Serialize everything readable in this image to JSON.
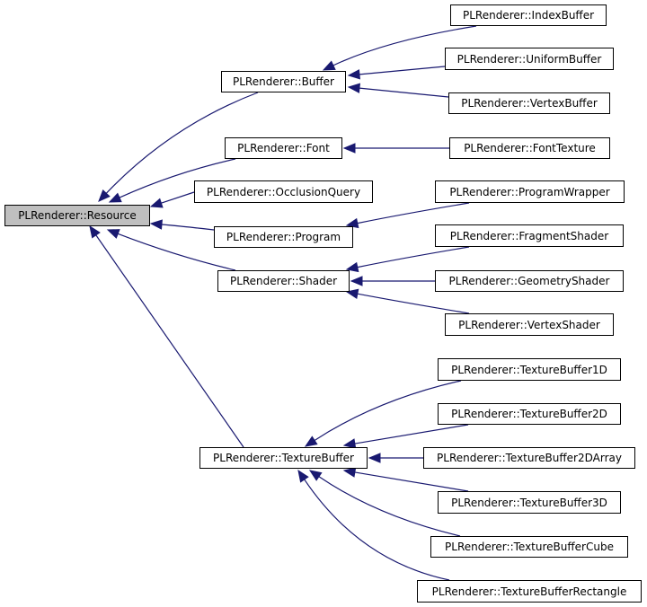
{
  "diagram": {
    "edge_color": "#191970",
    "root_fill": "#bfbfbf",
    "nodes": [
      {
        "id": "resource",
        "label": "PLRenderer::Resource",
        "root": true
      },
      {
        "id": "buffer",
        "label": "PLRenderer::Buffer",
        "parent": "resource"
      },
      {
        "id": "font",
        "label": "PLRenderer::Font",
        "parent": "resource"
      },
      {
        "id": "occlusion",
        "label": "PLRenderer::OcclusionQuery",
        "parent": "resource"
      },
      {
        "id": "program",
        "label": "PLRenderer::Program",
        "parent": "resource"
      },
      {
        "id": "shader",
        "label": "PLRenderer::Shader",
        "parent": "resource"
      },
      {
        "id": "texturebuffer",
        "label": "PLRenderer::TextureBuffer",
        "parent": "resource"
      },
      {
        "id": "indexbuffer",
        "label": "PLRenderer::IndexBuffer",
        "parent": "buffer"
      },
      {
        "id": "uniformbuffer",
        "label": "PLRenderer::UniformBuffer",
        "parent": "buffer"
      },
      {
        "id": "vertexbuffer",
        "label": "PLRenderer::VertexBuffer",
        "parent": "buffer"
      },
      {
        "id": "fonttexture",
        "label": "PLRenderer::FontTexture",
        "parent": "font"
      },
      {
        "id": "programwrapper",
        "label": "PLRenderer::ProgramWrapper",
        "parent": "program"
      },
      {
        "id": "fragmentshader",
        "label": "PLRenderer::FragmentShader",
        "parent": "shader"
      },
      {
        "id": "geometryshader",
        "label": "PLRenderer::GeometryShader",
        "parent": "shader"
      },
      {
        "id": "vertexshader",
        "label": "PLRenderer::VertexShader",
        "parent": "shader"
      },
      {
        "id": "tb1d",
        "label": "PLRenderer::TextureBuffer1D",
        "parent": "texturebuffer"
      },
      {
        "id": "tb2d",
        "label": "PLRenderer::TextureBuffer2D",
        "parent": "texturebuffer"
      },
      {
        "id": "tb2darray",
        "label": "PLRenderer::TextureBuffer2DArray",
        "parent": "texturebuffer"
      },
      {
        "id": "tb3d",
        "label": "PLRenderer::TextureBuffer3D",
        "parent": "texturebuffer"
      },
      {
        "id": "tbcube",
        "label": "PLRenderer::TextureBufferCube",
        "parent": "texturebuffer"
      },
      {
        "id": "tbrect",
        "label": "PLRenderer::TextureBufferRectangle",
        "parent": "texturebuffer"
      }
    ]
  }
}
